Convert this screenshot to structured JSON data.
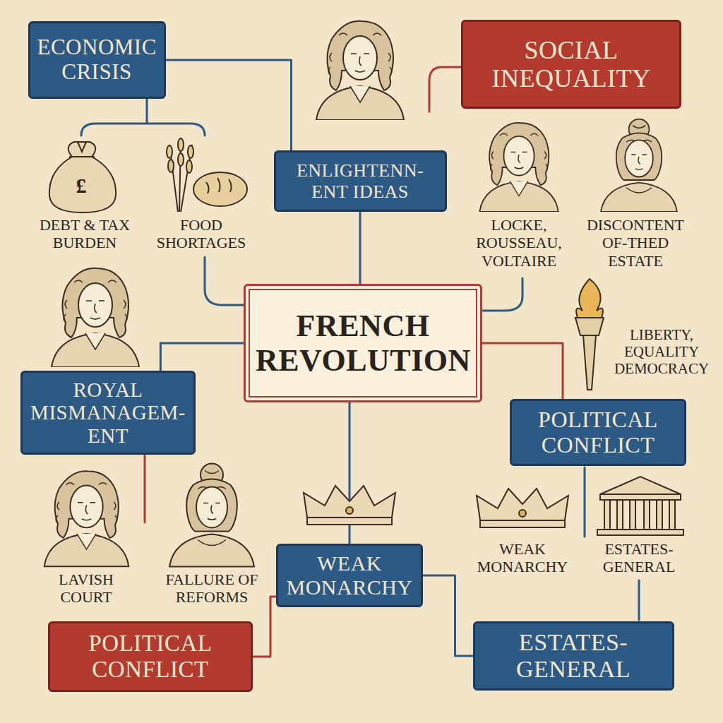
{
  "diagram": {
    "nodes": [
      {
        "text": [
          "ECONOMIC CRISIS"
        ]
      },
      {
        "text": [
          "SOCIAL INEQUALITY"
        ]
      },
      {
        "text": [
          "ENLIGHTENN- ENT IDEAS"
        ]
      },
      {
        "text": [
          "FRENCH REVOLUTION"
        ]
      },
      {
        "text": [
          "ROYAL MISMANAGEM- ENT"
        ]
      },
      {
        "text": [
          "POLITICAL CONFLICT"
        ]
      },
      {
        "text": [
          "WEAK MONARCHY"
        ]
      },
      {
        "text": [
          "POLITICAL CONFLICT"
        ]
      },
      {
        "text": [
          "ESTATES- GENERAL"
        ]
      }
    ],
    "edges": [
      {
        "from": 0,
        "to": 2,
        "arrow": "none"
      },
      {
        "from": 2,
        "to": 3,
        "arrow": "none"
      },
      {
        "from": 4,
        "to": 3,
        "arrow": "none"
      },
      {
        "from": 3,
        "to": 5,
        "arrow": "none"
      },
      {
        "from": 3,
        "to": 6,
        "arrow": "none"
      },
      {
        "from": 6,
        "to": 7,
        "arrow": "none"
      },
      {
        "from": 6,
        "to": 8,
        "arrow": "none"
      }
    ],
    "labels": [
      "£",
      "DEBT & TAX BURDEN",
      "FOOD SHORTAGES",
      "LOCKE, ROUSSEAU, VOLTAIRE",
      "DISCONTENT OF-THED ESTATE",
      "LIBERTY, EQUALITY DEMOCRACY",
      "LAVISH COURT",
      "FALLURE OF REFORMS",
      "WEAK MONARCHY",
      "ESTATES- GENERAL"
    ]
  }
}
